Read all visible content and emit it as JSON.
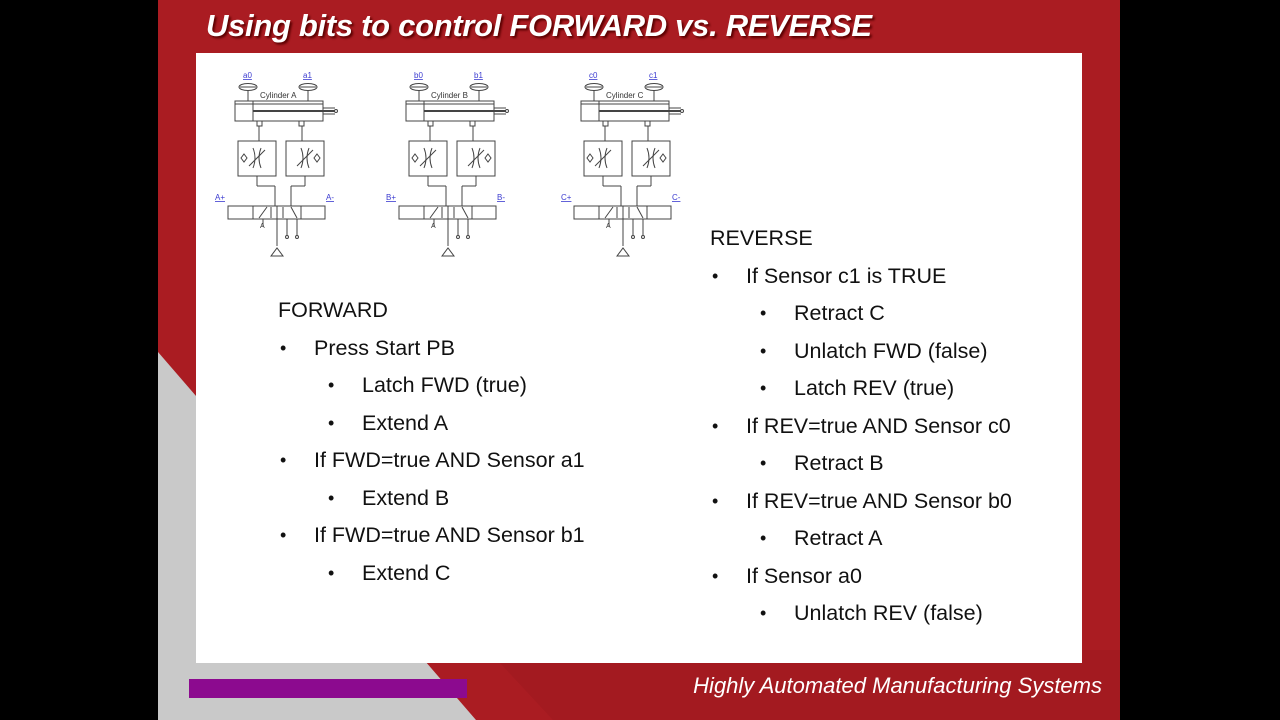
{
  "title": "Using bits to control FORWARD vs. REVERSE",
  "footer": "Highly Automated Manufacturing Systems",
  "diagrams": [
    {
      "sensor_left": "a0",
      "sensor_right": "a1",
      "cylinder": "Cylinder A",
      "valve_left": "A+",
      "valve_right": "A-",
      "valve_label": "A"
    },
    {
      "sensor_left": "b0",
      "sensor_right": "b1",
      "cylinder": "Cylinder B",
      "valve_left": "B+",
      "valve_right": "B-",
      "valve_label": "A"
    },
    {
      "sensor_left": "c0",
      "sensor_right": "c1",
      "cylinder": "Cylinder C",
      "valve_left": "C+",
      "valve_right": "C-",
      "valve_label": "A"
    }
  ],
  "forward": {
    "heading": "FORWARD",
    "items": [
      {
        "text": "Press Start PB",
        "sub": [
          "Latch FWD (true)",
          "Extend A"
        ]
      },
      {
        "text": "If FWD=true AND Sensor a1",
        "sub": [
          "Extend B"
        ]
      },
      {
        "text": "If FWD=true AND Sensor b1",
        "sub": [
          "Extend C"
        ]
      }
    ]
  },
  "reverse": {
    "heading": "REVERSE",
    "items": [
      {
        "text": "If Sensor c1 is TRUE",
        "sub": [
          "Retract C",
          "Unlatch FWD (false)",
          "Latch REV (true)"
        ]
      },
      {
        "text": "If REV=true AND Sensor c0",
        "sub": [
          "Retract B"
        ]
      },
      {
        "text": "If REV=true AND Sensor b0",
        "sub": [
          "Retract A"
        ]
      },
      {
        "text": "If Sensor a0",
        "sub": [
          "Unlatch REV (false)"
        ]
      }
    ]
  },
  "bullet": "•",
  "colors": {
    "slide_red": "#aa1c22",
    "gray_band": "#c9c9c9",
    "footer_bar": "#8c0a8f"
  }
}
